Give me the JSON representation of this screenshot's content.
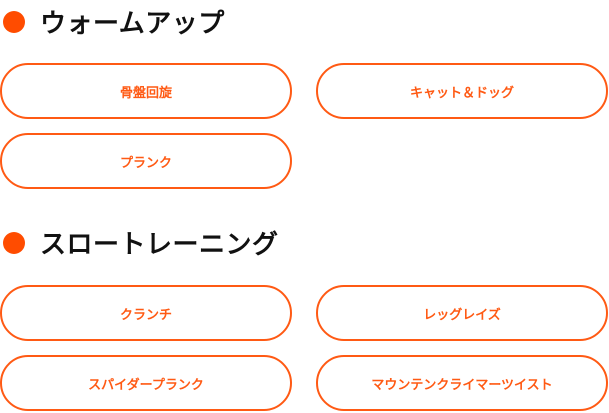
{
  "accent_color": "#ff5a14",
  "sections": [
    {
      "title": "ウォームアップ",
      "items": [
        "骨盤回旋",
        "キャット＆ドッグ",
        "プランク"
      ]
    },
    {
      "title": "スロートレーニング",
      "items": [
        "クランチ",
        "レッグレイズ",
        "スパイダープランク",
        "マウンテンクライマーツイスト"
      ]
    }
  ]
}
